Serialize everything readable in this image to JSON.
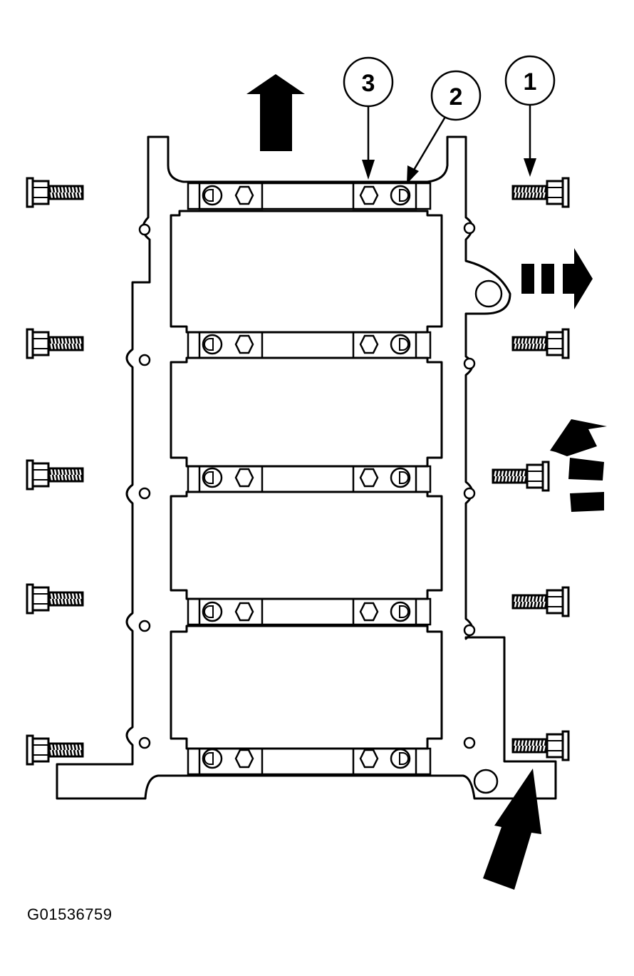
{
  "callouts": [
    "1",
    "2",
    "3"
  ],
  "figure_code": "G01536759",
  "colors": {
    "line": "#000000",
    "background": "#ffffff"
  },
  "icons": [
    "bolt-icon",
    "arrow-up-icon",
    "arrow-right-dashed-icon",
    "arrow-curved-icon",
    "arrow-diagonal-icon"
  ]
}
